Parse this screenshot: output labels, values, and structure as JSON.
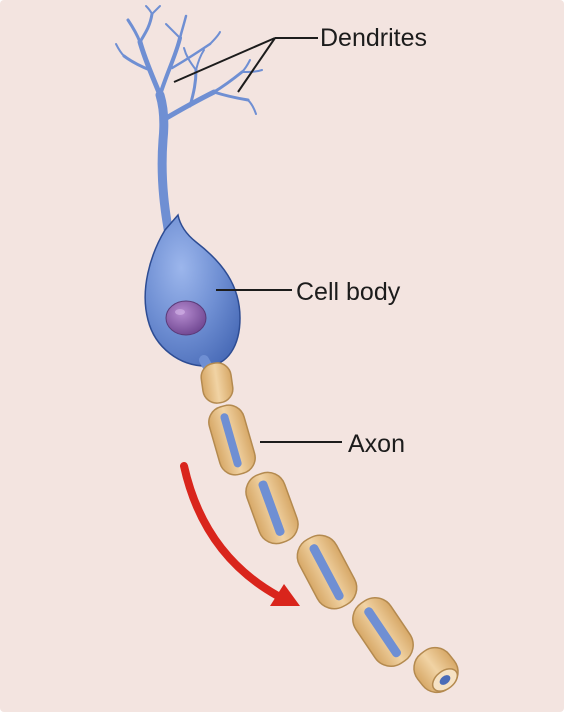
{
  "labels": {
    "dendrites": "Dendrites",
    "cell_body": "Cell body",
    "axon": "Axon"
  },
  "colors": {
    "background": "#f3e4e0",
    "neuron_blue": "#6f8fd3",
    "neuron_outline": "#2d4c93",
    "nucleus": "#8a5ea6",
    "myelin": "#e8c28c",
    "myelin_outline": "#b48a4f",
    "arrow": "#d9251c",
    "leader_line": "#1c1c1c"
  }
}
